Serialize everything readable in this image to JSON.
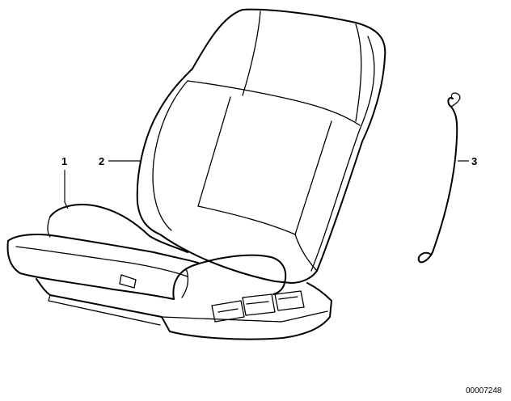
{
  "callouts": [
    {
      "id": "1",
      "label": "1",
      "part": "seat-cushion-cover"
    },
    {
      "id": "2",
      "label": "2",
      "part": "backrest-cover"
    },
    {
      "id": "3",
      "label": "3",
      "part": "wire-hook"
    }
  ],
  "document_number": "00007248"
}
